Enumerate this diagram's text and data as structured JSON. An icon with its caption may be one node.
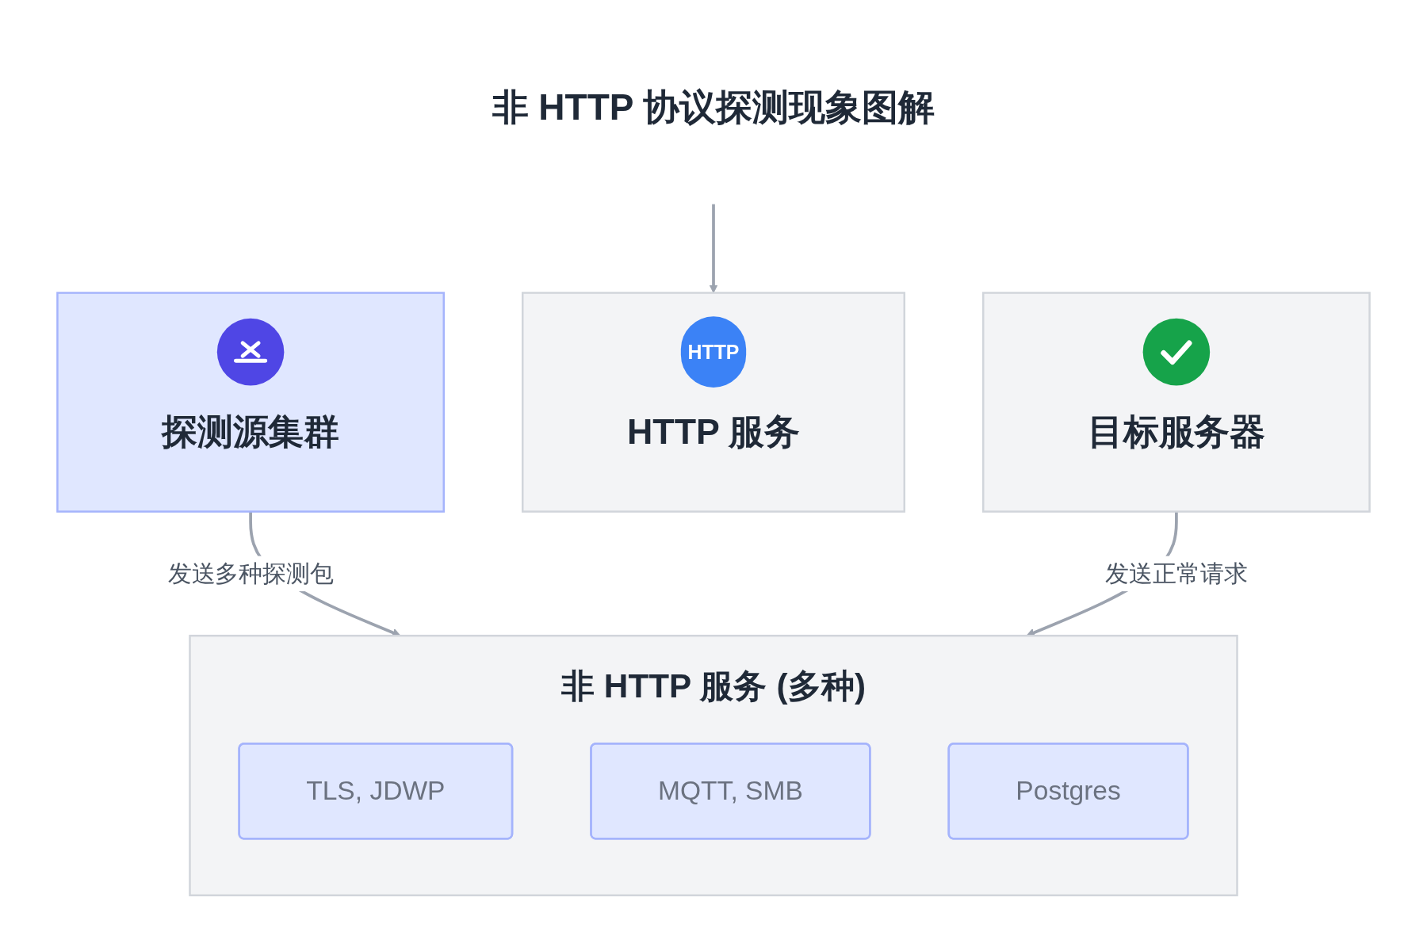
{
  "diagram": {
    "title": "非 HTTP 协议探测现象图解",
    "nodes": [
      {
        "text": [
          "探测源集群"
        ]
      },
      {
        "text": [
          "HTTP",
          "HTTP 服务"
        ]
      },
      {
        "text": [
          "目标服务器"
        ]
      },
      {
        "text": [
          "非 HTTP 服务 (多种)"
        ]
      },
      {
        "text": [
          "TLS, JDWP"
        ],
        "in": 3
      },
      {
        "text": [
          "MQTT, SMB"
        ],
        "in": 3
      },
      {
        "text": [
          "Postgres"
        ],
        "in": 3
      }
    ],
    "edges": [
      {
        "from": null,
        "to": 1,
        "arrow": "to"
      },
      {
        "from": 0,
        "to": 3,
        "arrow": "to",
        "label": "发送多种探测包"
      },
      {
        "from": 2,
        "to": 3,
        "arrow": "to",
        "label": "发送正常请求"
      }
    ]
  }
}
